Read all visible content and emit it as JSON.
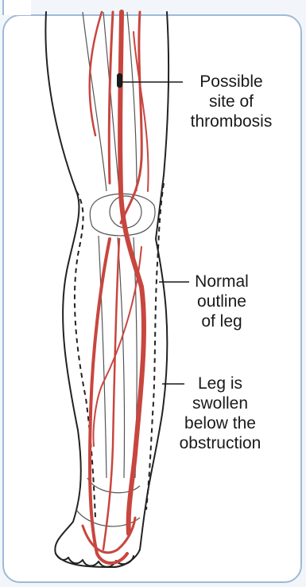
{
  "labels": {
    "thrombosis": "Possible\nsite of\nthrombosis",
    "normal_outline": "Normal\noutline\nof leg",
    "swollen": "Leg is\nswollen\nbelow the\nobstruction"
  },
  "colors": {
    "vessel": "#c8463f",
    "clot": "#1a1a1a",
    "frame": "#9fb9d6",
    "background": "#f2f6fb"
  }
}
